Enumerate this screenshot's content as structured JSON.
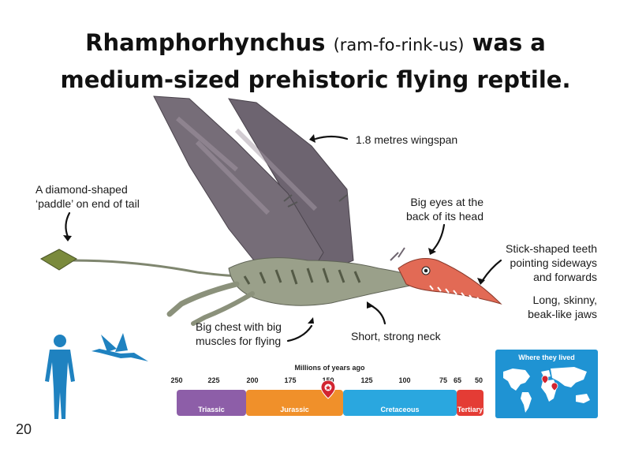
{
  "title": {
    "name": "Rhamphorhynchus",
    "pronunciation": "(ram-fo-rink-us)",
    "line1_rest": "was a",
    "line2": "medium-sized prehistoric flying reptile."
  },
  "labels": {
    "wingspan": "1.8 metres wingspan",
    "tail": "A diamond-shaped\n‘paddle’ on end of tail",
    "eyes": "Big eyes at the\nback of its head",
    "teeth": "Stick-shaped teeth\npointing sideways\nand forwards",
    "jaws": "Long, skinny,\nbeak-like jaws",
    "chest": "Big chest with big\nmuscles for flying",
    "neck": "Short, strong neck"
  },
  "timeline": {
    "title": "Millions of years ago",
    "ticks": [
      "250",
      "225",
      "200",
      "175",
      "150",
      "125",
      "100",
      "75",
      "65",
      "50"
    ],
    "periods": [
      {
        "name": "Triassic",
        "color": "#8d5ea8"
      },
      {
        "name": "Jurassic",
        "color": "#f0902a"
      },
      {
        "name": "Cretaceous",
        "color": "#2aa7df"
      },
      {
        "name": "Tertiary",
        "color": "#e43c35"
      }
    ],
    "marker_mya": 150
  },
  "map": {
    "title": "Where they lived"
  },
  "colors": {
    "wing": "#6f6670",
    "body": "#9aa08a",
    "head": "#e26a55",
    "human": "#1f82c0"
  },
  "page_number": "20"
}
